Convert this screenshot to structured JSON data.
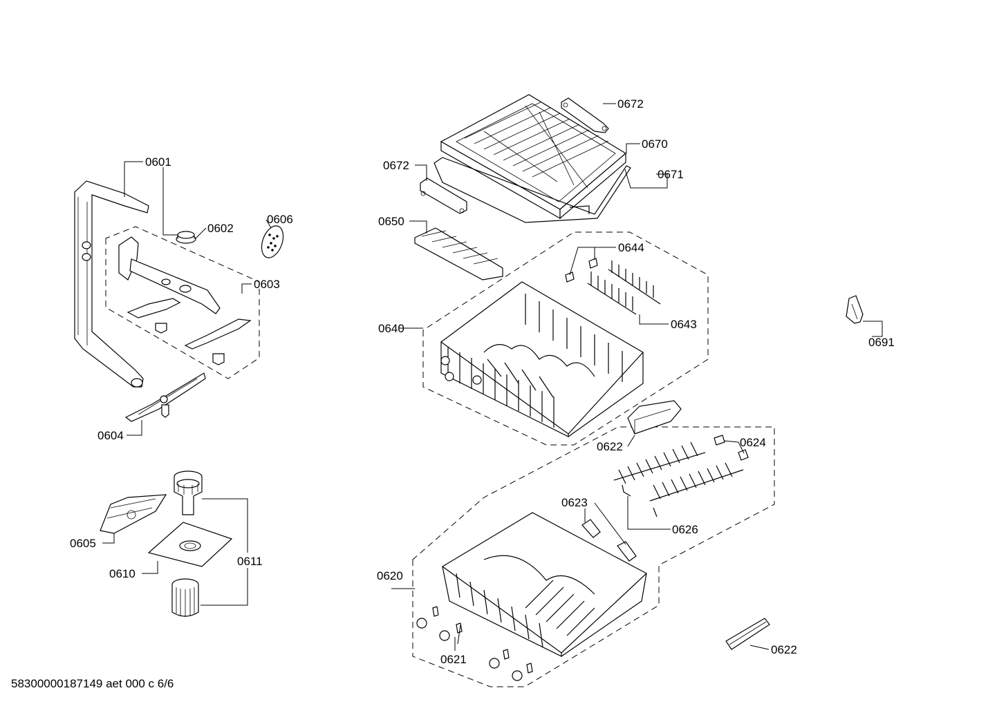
{
  "labels": {
    "p0601": "0601",
    "p0602": "0602",
    "p0603": "0603",
    "p0604": "0604",
    "p0605": "0605",
    "p0606": "0606",
    "p0610": "0610",
    "p0611": "0611",
    "p0620": "0620",
    "p0621": "0621",
    "p0622a": "0622",
    "p0622b": "0622",
    "p0623": "0623",
    "p0624": "0624",
    "p0626": "0626",
    "p0640": "0640",
    "p0643": "0643",
    "p0644": "0644",
    "p0650": "0650",
    "p0670": "0670",
    "p0671": "0671",
    "p0672a": "0672",
    "p0672b": "0672",
    "p0691": "0691"
  },
  "footer": {
    "code": "58300000187149 aet 000 c 6/6"
  }
}
